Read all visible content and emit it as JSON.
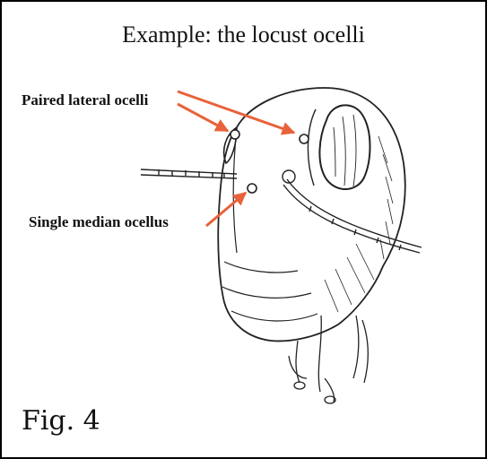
{
  "title": "Example: the locust ocelli",
  "labels": {
    "lateral": "Paired lateral ocelli",
    "median": "Single median ocellus"
  },
  "figure_label": "Fig. 4",
  "colors": {
    "arrow": "#e8623a",
    "ink": "#111111",
    "border": "#000000"
  }
}
